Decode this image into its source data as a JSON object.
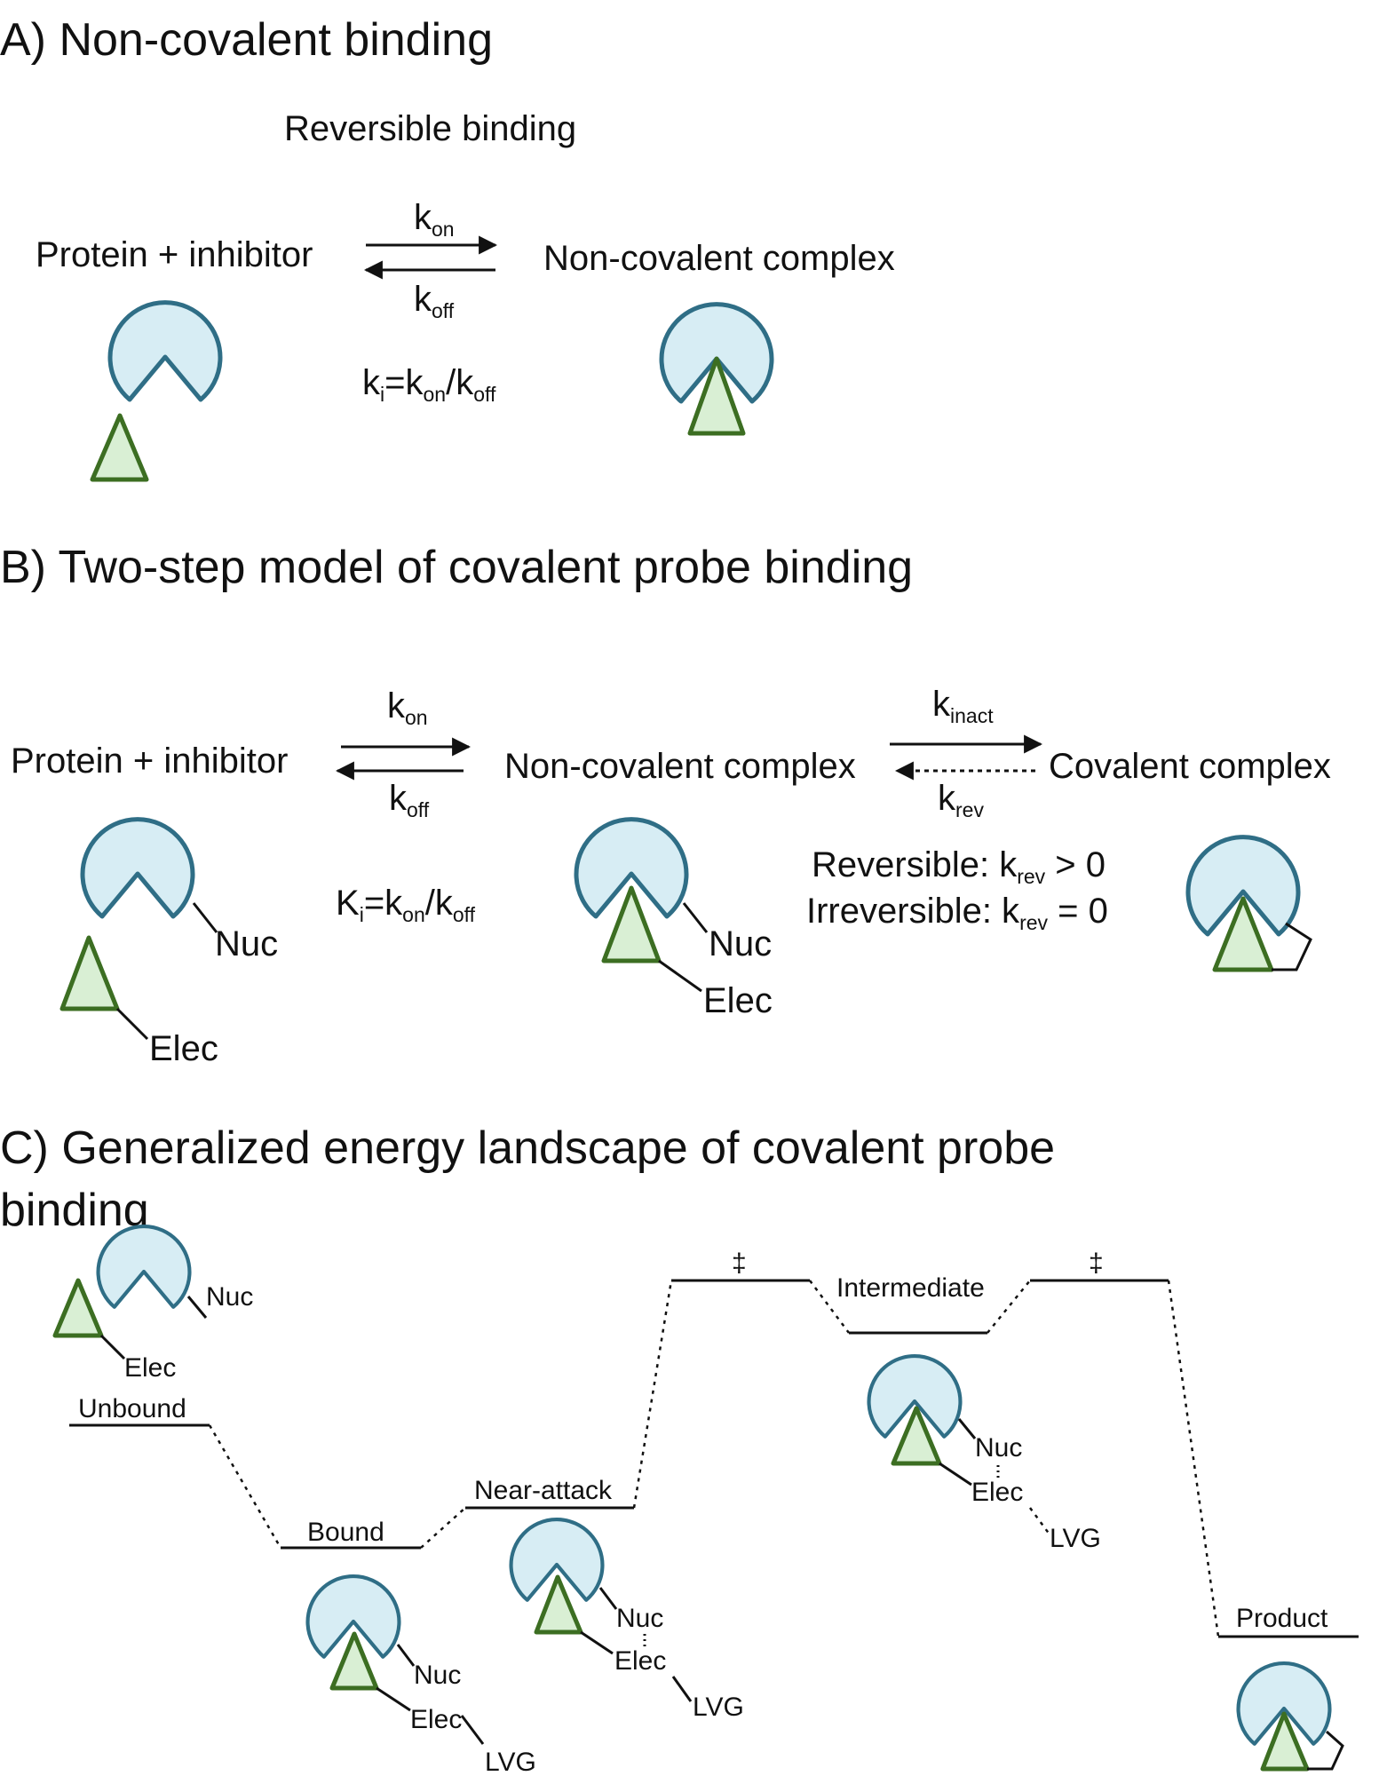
{
  "panel_a": {
    "title": "A) Non-covalent binding",
    "subtitle": "Reversible binding",
    "left_label": "Protein + inhibitor",
    "right_label": "Non-covalent complex",
    "k_on": "k",
    "k_on_sub": "on",
    "k_off": "k",
    "k_off_sub": "off",
    "eq_k": "k",
    "eq_k_sub": "i",
    "eq_mid": "=k",
    "eq_on_sub": "on",
    "eq_slash": "/k",
    "eq_off_sub": "off"
  },
  "panel_b": {
    "title": "B) Two-step model of covalent probe binding",
    "left_label": "Protein + inhibitor",
    "mid_label": "Non-covalent complex",
    "right_label": "Covalent complex",
    "k_on": "k",
    "k_on_sub": "on",
    "k_off": "k",
    "k_off_sub": "off",
    "k_inact": "k",
    "k_inact_sub": "inact",
    "k_rev": "k",
    "k_rev_sub": "rev",
    "eq_K": "K",
    "eq_K_sub": "i",
    "eq_mid": "=k",
    "eq_on_sub": "on",
    "eq_slash": "/k",
    "eq_off_sub": "off",
    "rev_prefix": "Reversible: k",
    "rev_sub": "rev",
    "rev_suffix": " > 0",
    "irrev_prefix": "Irreversible: k",
    "irrev_sub": "rev",
    "irrev_suffix": " = 0",
    "nuc": "Nuc",
    "elec": "Elec"
  },
  "panel_c": {
    "title_line1": "C) Generalized energy landscape of covalent probe",
    "title_line2": "binding",
    "states": {
      "unbound": "Unbound",
      "bound": "Bound",
      "near_attack": "Near-attack",
      "ts": "‡",
      "intermediate": "Intermediate",
      "product": "Product"
    },
    "nuc": "Nuc",
    "elec": "Elec",
    "lvg": "LVG"
  },
  "colors": {
    "pocket_fill": "#d7edf4",
    "pocket_stroke": "#2f6e86",
    "ligand_fill": "#d9efd4",
    "ligand_stroke": "#3c6e22"
  }
}
